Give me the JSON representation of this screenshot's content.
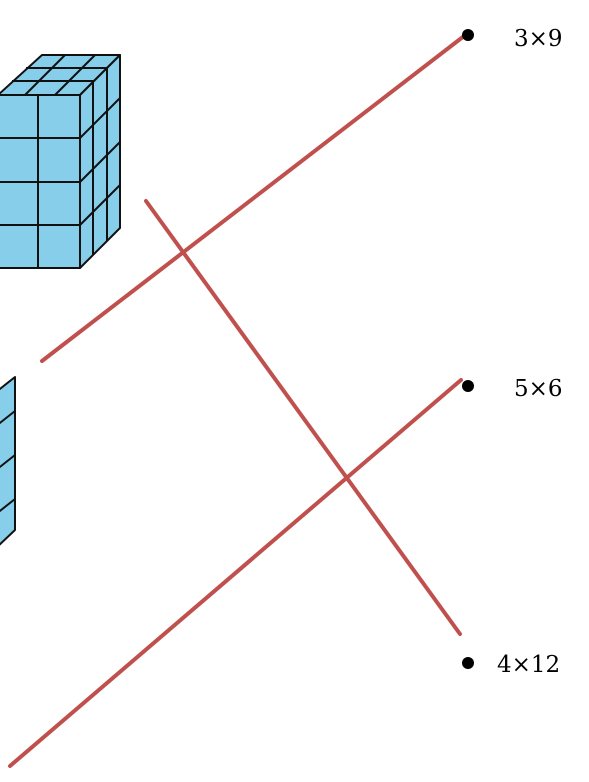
{
  "options": [
    {
      "label": "3×9"
    },
    {
      "label": "5×6"
    },
    {
      "label": "4×12"
    }
  ],
  "colors": {
    "cube_fill": "#87ceeb",
    "cube_stroke": "#111111",
    "connector_line": "#c0504d",
    "bullet": "#000000"
  },
  "icons": {
    "bullet": "filled-circle",
    "array_model": "cube-array"
  }
}
